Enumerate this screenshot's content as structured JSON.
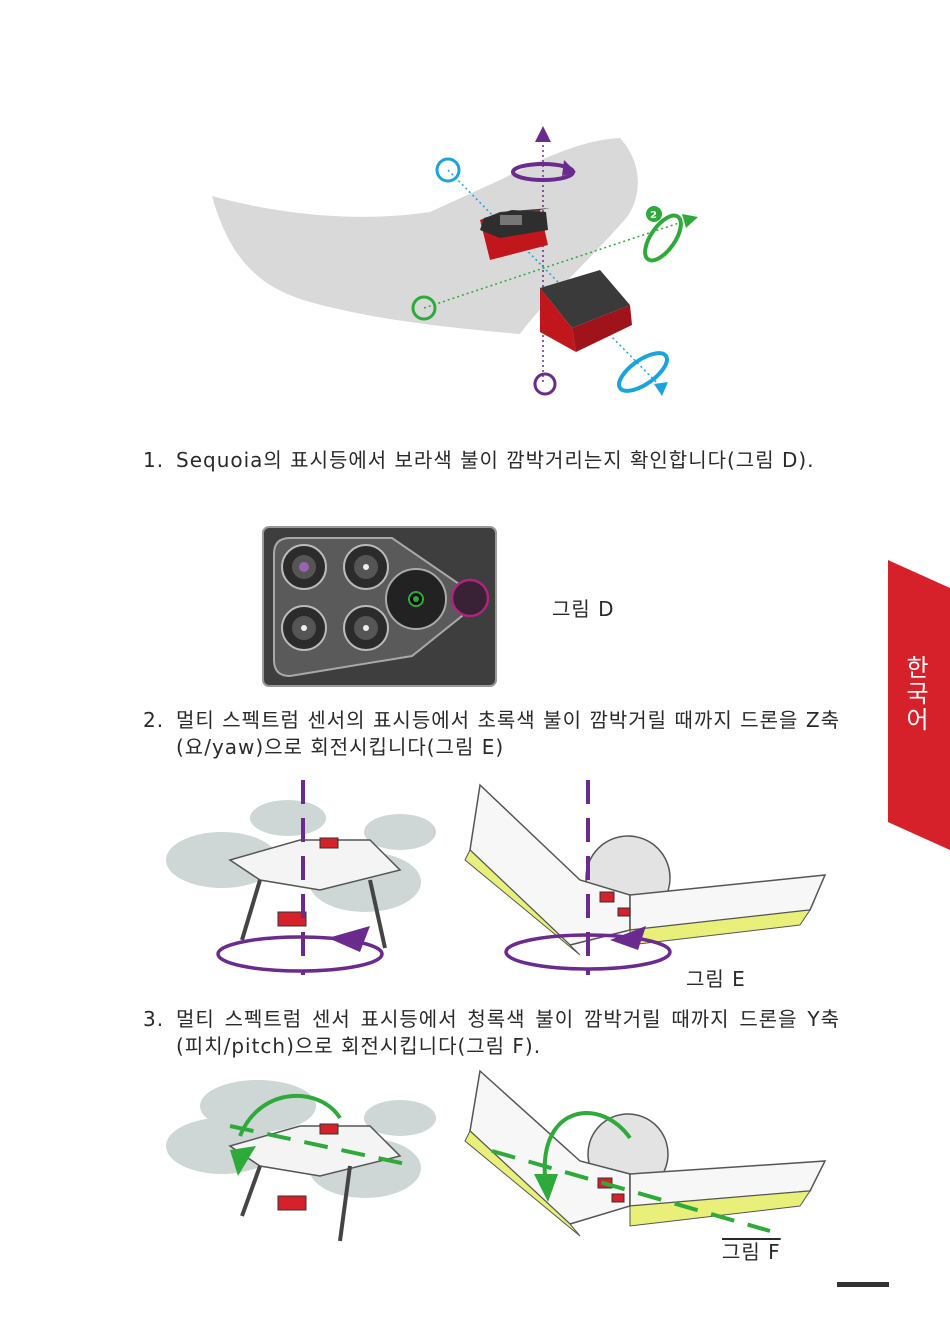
{
  "steps": [
    {
      "number": "1.",
      "text": "Sequoia의 표시등에서 보라색 불이 깜박거리는지 확인합니다(그림 D)."
    },
    {
      "number": "2.",
      "text": "멀티 스펙트럼 센서의 표시등에서 초록색 불이 깜박거릴 때까지 드론을 Z축(요/yaw)으로 회전시킵니다(그림 E)"
    },
    {
      "number": "3.",
      "text": "멀티 스펙트럼 센서 표시등에서 청록색 불이 깜박거릴 때까지 드론을 Y축(피치/pitch)으로 회전시킵니다(그림 F)."
    }
  ],
  "captions": {
    "d": "그림 D",
    "e": "그림 E",
    "f": "그림 F"
  },
  "side_tab": {
    "label": "한국어"
  },
  "colors": {
    "purple": "#6a2a8e",
    "green": "#2eaa3a",
    "cyan": "#1ba4dc",
    "red": "#d6202a"
  }
}
